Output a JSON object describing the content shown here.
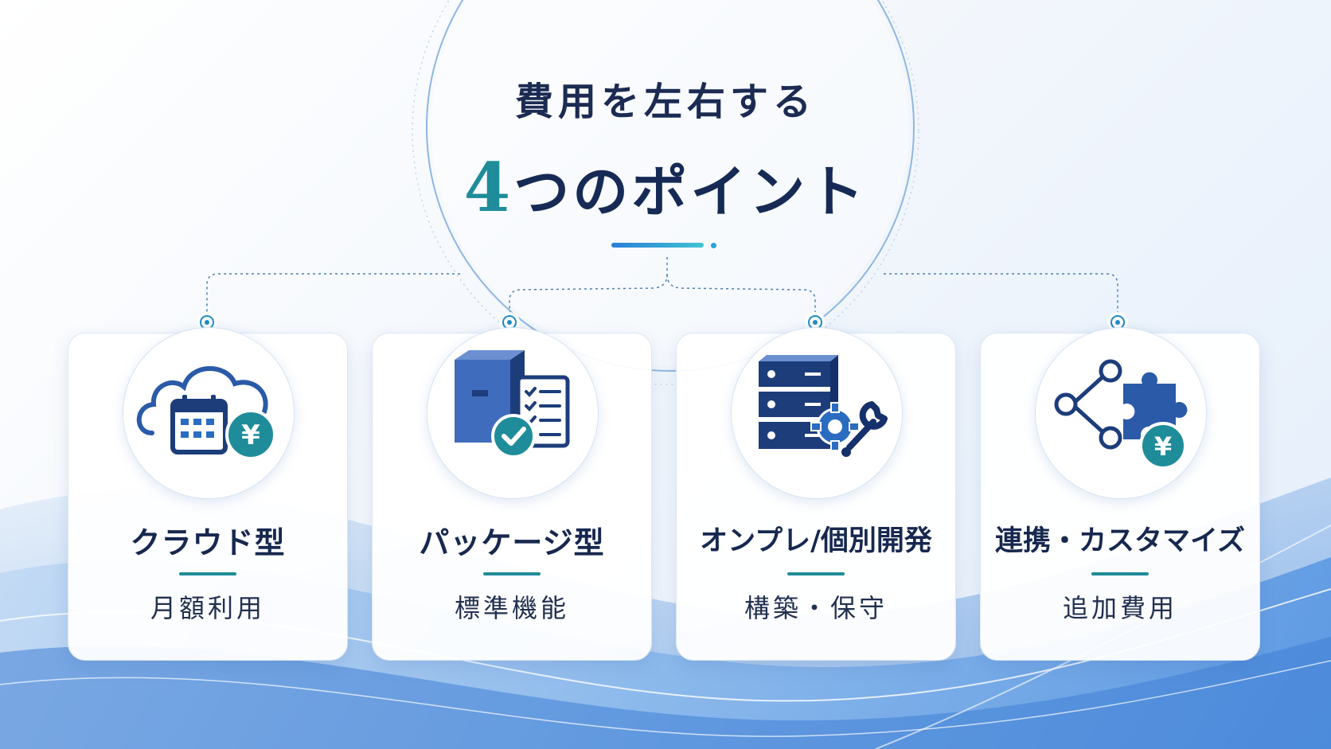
{
  "title": {
    "line1": "費用を左右する",
    "line2_number": "4",
    "line2_text": "つのポイント"
  },
  "colors": {
    "navy": "#17284f",
    "teal": "#1f8c9a",
    "blue": "#2a6cc0",
    "dark_blue": "#1d3d7a"
  },
  "cards": [
    {
      "title": "クラウド型",
      "subtitle": "月額利用",
      "icon": "cloud-calendar-yen-icon"
    },
    {
      "title": "パッケージ型",
      "subtitle": "標準機能",
      "icon": "box-checklist-check-icon"
    },
    {
      "title": "オンプレ/個別開発",
      "subtitle": "構築・保守",
      "icon": "server-gear-wrench-icon"
    },
    {
      "title": "連携・カスタマイズ",
      "subtitle": "追加費用",
      "icon": "share-puzzle-yen-icon"
    }
  ],
  "yen_symbol": "¥"
}
